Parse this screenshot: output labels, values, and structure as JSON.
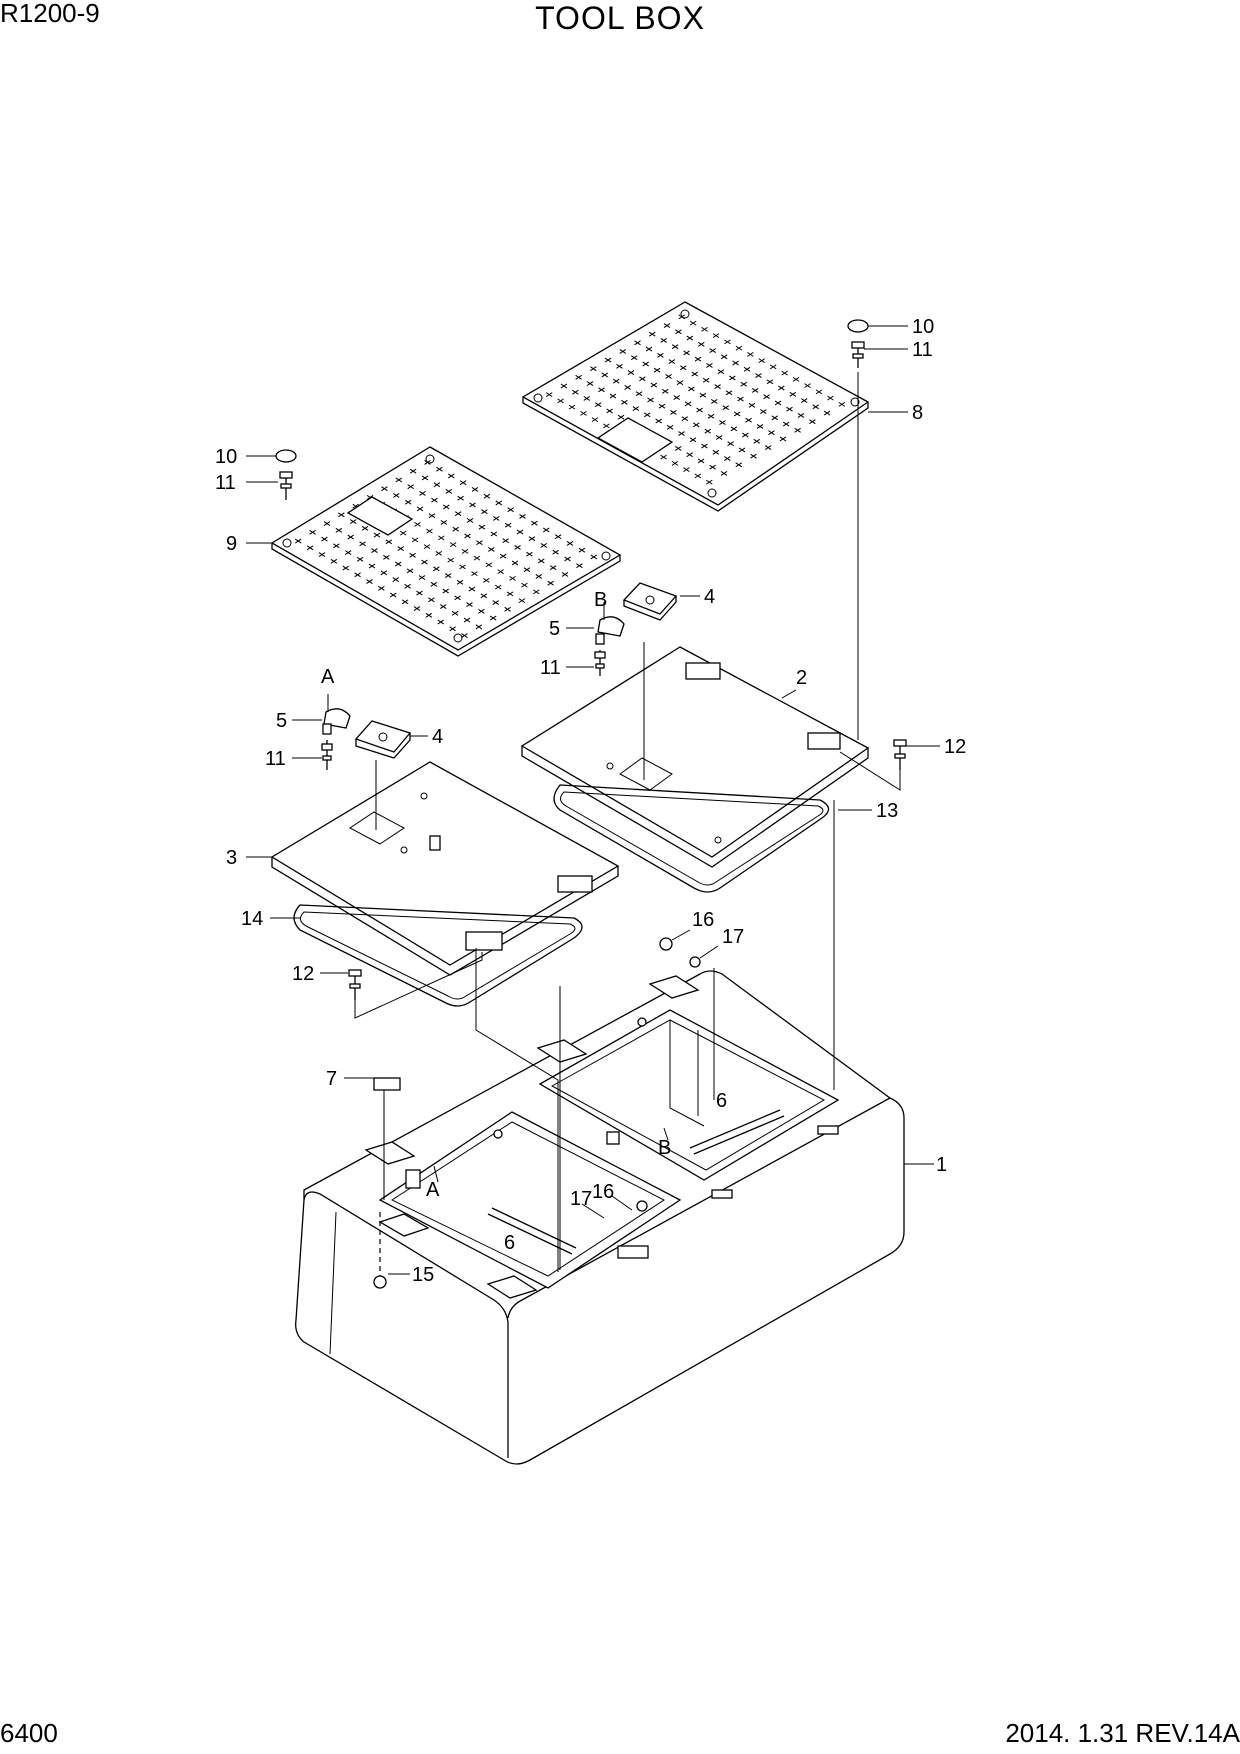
{
  "header": {
    "model": "R1200-9",
    "title": "TOOL BOX"
  },
  "footer": {
    "page": "6400",
    "revision": "2014. 1.31  REV.14A"
  },
  "callouts": {
    "c1": "1",
    "c2": "2",
    "c3": "3",
    "c4a": "4",
    "c4b": "4",
    "c5a": "5",
    "c5b": "5",
    "c6a": "6",
    "c6b": "6",
    "c7": "7",
    "c8": "8",
    "c9": "9",
    "c10a": "10",
    "c10b": "10",
    "c11a": "11",
    "c11b": "11",
    "c11c": "11",
    "c11d": "11",
    "c12a": "12",
    "c12b": "12",
    "c13": "13",
    "c14": "14",
    "c15": "15",
    "c16a": "16",
    "c16b": "16",
    "c17a": "17",
    "c17b": "17"
  },
  "view_labels": {
    "a_top": "A",
    "b_top": "B",
    "a_box": "A",
    "b_box": "B"
  }
}
